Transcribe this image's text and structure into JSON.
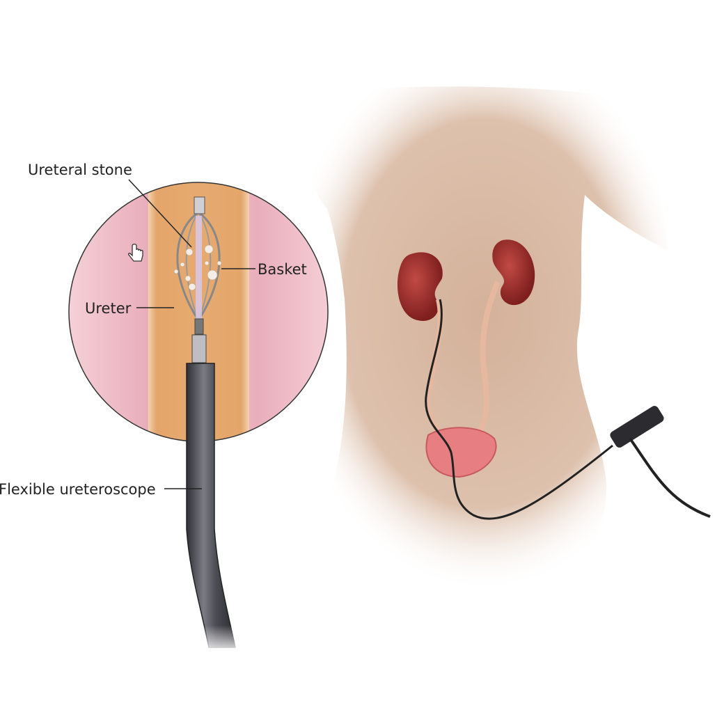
{
  "labels": {
    "ureteral_stone": "Ureteral stone",
    "basket": "Basket",
    "ureter": "Ureter",
    "flexible_ureteroscope": "Flexible ureteroscope"
  },
  "colors": {
    "skin": "#d9b9a3",
    "tissue_pink": "#f2c6cf",
    "ureter_orange": "#e0a36a",
    "kidney": "#a0302c",
    "scope": "#4a4a50"
  }
}
